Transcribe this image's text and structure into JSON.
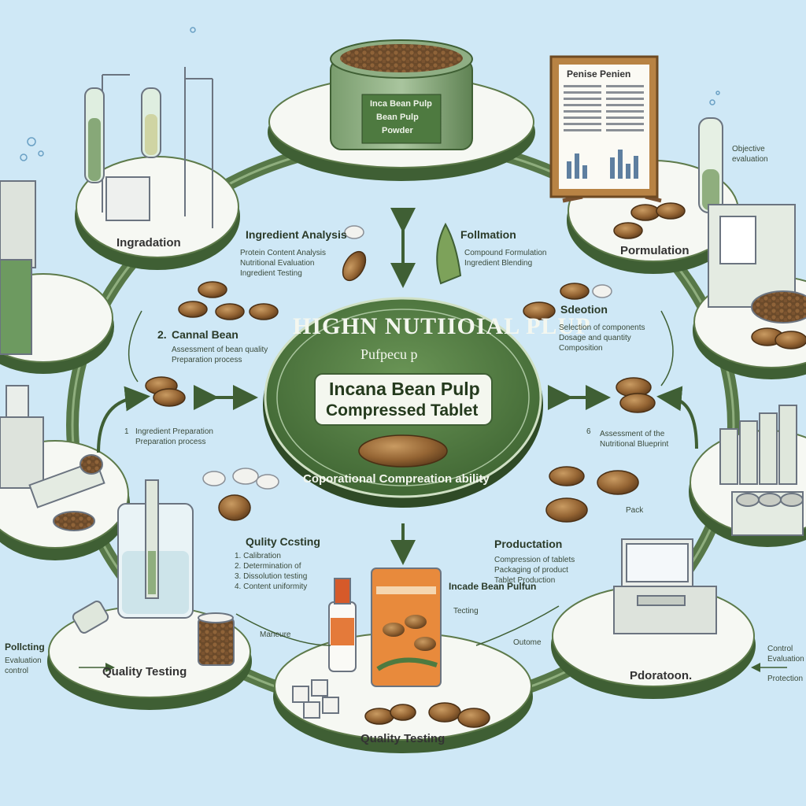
{
  "center": {
    "header": "HIGHN NUTIIOIAL PLUP",
    "subheader": "Pufpecu p",
    "line1": "Incana Bean Pulp",
    "line2": "Compressed Tablet",
    "curve": "Coporational Compreation ability"
  },
  "jar_label": [
    "Inca Bean Pulp",
    "Bean Pulp",
    "Powder"
  ],
  "poster_title": "Penise Penien",
  "stages": {
    "top_left": "Ingradation",
    "top_right": "Pormulation",
    "bottom_left": "Quality Testing",
    "bottom_center": "Quality Testing",
    "bottom_right": "Pdoratoon."
  },
  "sections": {
    "ingredient": {
      "title": "Ingredient Analysis",
      "notes": [
        "Protein Content Analysis",
        "Nutritional Evaluation",
        "Ingredient Testing"
      ]
    },
    "formulation": {
      "title": "Follmation",
      "notes": [
        "Compound Formulation",
        "Ingredient Blending"
      ]
    },
    "canned": {
      "num": "2.",
      "title": "Cannal Bean",
      "notes": [
        "Assessment of bean quality",
        "Preparation process"
      ]
    },
    "selection": {
      "title": "Sdeotion",
      "notes": [
        "Selection of components",
        "Dosage and quantity",
        "Composition"
      ]
    },
    "left_mid": {
      "num": "1",
      "notes": [
        "Ingredient Preparation",
        "Preparation process"
      ]
    },
    "right_mid": {
      "num": "6",
      "notes": [
        "Assessment of the",
        "Nutritional Blueprint"
      ]
    },
    "quality": {
      "title": "Qulity Ccsting",
      "notes": [
        "1. Calibration",
        "2. Determination of",
        "3. Dissolution testing",
        "4. Content uniformity"
      ]
    },
    "production": {
      "title": "Productation",
      "notes": [
        "Compression of tablets",
        "Packaging of product",
        "Tablet Production"
      ]
    },
    "product": {
      "title": "Incade Bean Pulfun",
      "subtitle": "Tecting"
    },
    "pack": "Pack",
    "far_left": [
      "Pollcting",
      "Evaluation",
      "control"
    ],
    "far_right": [
      "Control",
      "Evaluation",
      "Protection"
    ],
    "arrow_left": "Maneure",
    "arrow_right": "Outome"
  },
  "chamber_labels": [
    "Objective",
    "evaluation"
  ],
  "colors": {
    "background": "#cfe8f6",
    "ring": "#5d7a4a",
    "center": "#4e7a40",
    "pill": "#9a6b3a"
  }
}
